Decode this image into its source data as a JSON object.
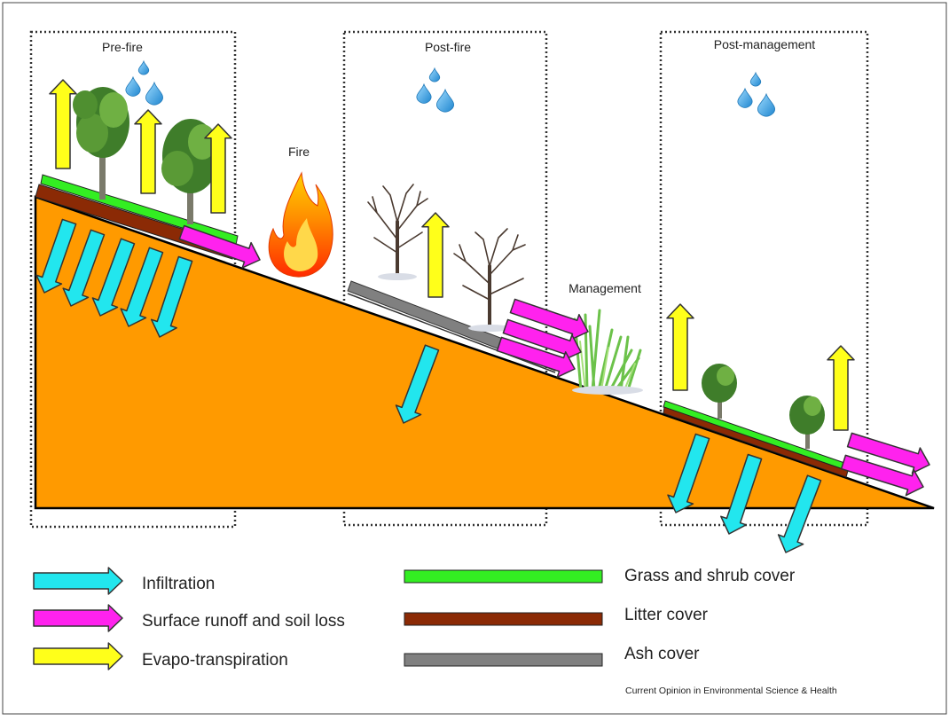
{
  "panels": {
    "pre_fire": "Pre-fire",
    "post_fire": "Post-fire",
    "post_management": "Post-management"
  },
  "labels": {
    "fire": "Fire",
    "management": "Management"
  },
  "legend": {
    "infiltration": "Infiltration",
    "runoff": "Surface runoff and soil loss",
    "evapotranspiration": "Evapo-transpiration",
    "grass": "Grass and shrub cover",
    "litter": "Litter cover",
    "ash": "Ash cover"
  },
  "credit": "Current Opinion in Environmental Science & Health",
  "colors": {
    "soil": "#ff9a00",
    "infiltration": "#22e6ee",
    "runoff": "#ff22ee",
    "evapotranspiration": "#ffff1a",
    "grass": "#33ee22",
    "litter": "#8b2a05",
    "ash": "#808080",
    "water": "#3aa6e0"
  }
}
